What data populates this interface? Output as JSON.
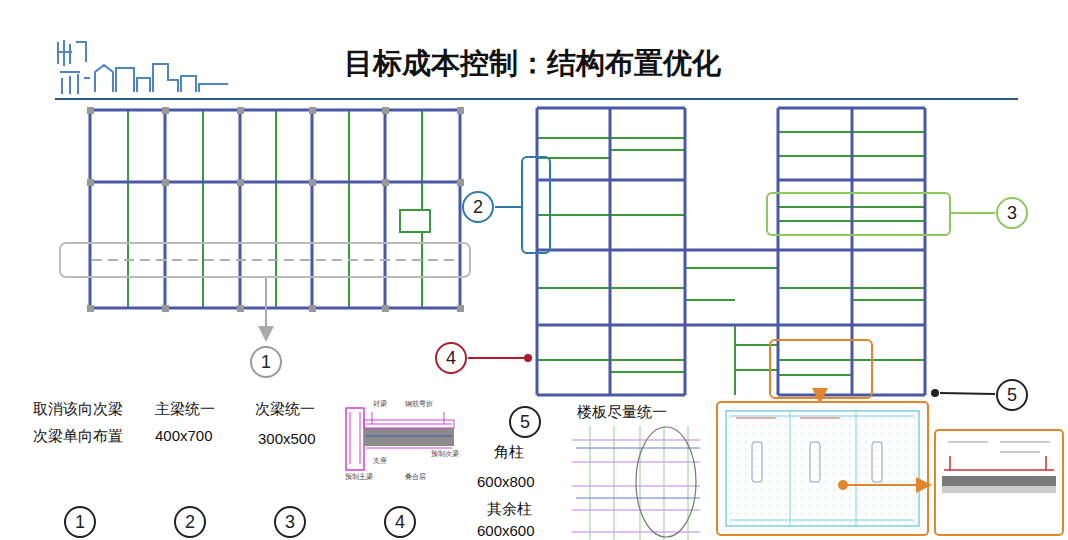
{
  "diagram": {
    "title": "目标成本控制：结构布置优化",
    "nodes": [
      {
        "text": [
          "1"
        ]
      },
      {
        "text": [
          "2"
        ]
      },
      {
        "text": [
          "3"
        ]
      },
      {
        "text": [
          "4"
        ]
      },
      {
        "text": [
          "5"
        ]
      },
      {
        "text": [
          "5"
        ]
      },
      {
        "text": [
          "1"
        ]
      },
      {
        "text": [
          "2"
        ]
      },
      {
        "text": [
          "3"
        ]
      },
      {
        "text": [
          "4"
        ]
      }
    ],
    "labels": [
      "取消该向次梁",
      "次梁单向布置",
      "主梁统一",
      "400x700",
      "次梁统一",
      "300x500",
      "角柱",
      "600x800",
      "其余柱",
      "600x600",
      "楼板尽量统一",
      "封梁",
      "钢筋弯折",
      "支座",
      "预制次梁",
      "预制主梁",
      "叠合层"
    ]
  }
}
